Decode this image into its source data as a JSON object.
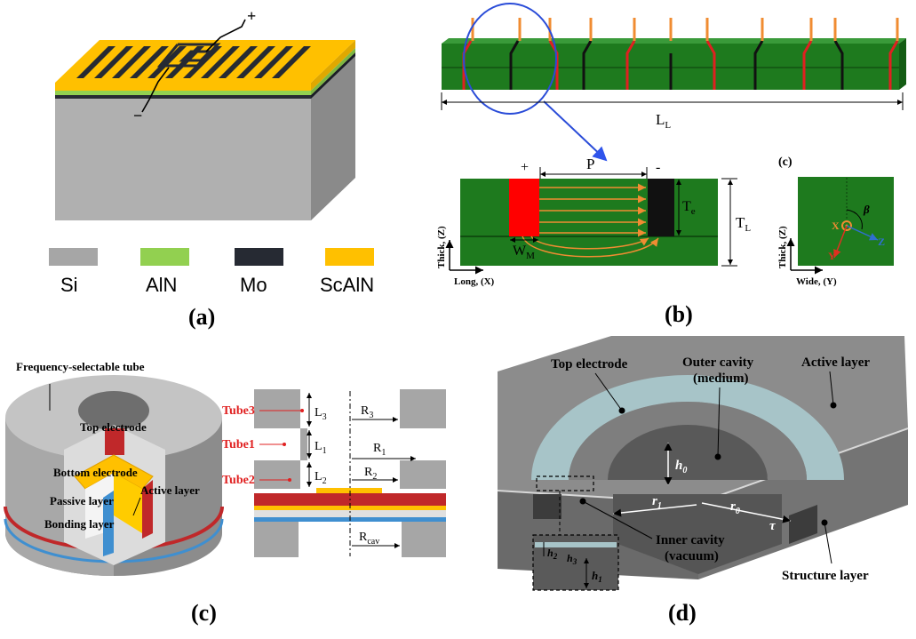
{
  "colors": {
    "si": "#a6a6a6",
    "aln": "#92d050",
    "mo": "#262a33",
    "scaln": "#ffc000",
    "board_green": "#1e7a1e",
    "red_electrode": "#ff0000",
    "orange_arrow": "#f08c32",
    "cavity_red": "#c0282a",
    "cavity_blue": "#3f8fd0"
  },
  "panel_a": {
    "polarity_plus": "+",
    "polarity_minus": "−",
    "legend": [
      "Si",
      "AlN",
      "Mo",
      "ScAlN"
    ],
    "label": "(a)"
  },
  "panel_b": {
    "length_label_main": "L",
    "length_label_sub": "L",
    "detail": {
      "plus": "+",
      "minus": "-",
      "pitch": "P",
      "te_main": "T",
      "te_sub": "e",
      "tl_main": "T",
      "tl_sub": "L",
      "wm_main": "W",
      "wm_sub": "M",
      "axis_vertical": "Thick, (Z)",
      "axis_horizontal": "Long, (X)"
    },
    "inset": {
      "label": "(c)",
      "x": "X",
      "y": "Y",
      "z": "Z",
      "beta": "β",
      "axis_vertical": "Thick, (Z)",
      "axis_horizontal": "Wide, (Y)"
    },
    "label": "(b)"
  },
  "panel_c": {
    "tube_title": "Frequency-selectable tube",
    "top_electrode": "Top electrode",
    "bottom_electrode": "Bottom electrode",
    "active_layer": "Active layer",
    "passive_layer": "Passive layer",
    "bonding_layer": "Bonding layer",
    "tube3": "Tube3",
    "tube1": "Tube1",
    "tube2": "Tube2",
    "l3_main": "L",
    "l3_sub": "3",
    "l1_main": "L",
    "l1_sub": "1",
    "l2_main": "L",
    "l2_sub": "2",
    "r3_main": "R",
    "r3_sub": "3",
    "r1_main": "R",
    "r1_sub": "1",
    "r2_main": "R",
    "r2_sub": "2",
    "rcav_main": "R",
    "rcav_sub": "cav",
    "label": "(c)"
  },
  "panel_d": {
    "top_electrode": "Top electrode",
    "outer_cavity_1": "Outer cavity",
    "outer_cavity_2": "(medium)",
    "active_layer": "Active layer",
    "inner_cavity_1": "Inner cavity",
    "inner_cavity_2": "(vacuum)",
    "structure_layer": "Structure layer",
    "h0_main": "h",
    "h0_sub": "0",
    "r1_main": "r",
    "r1_sub": "1",
    "r0_main": "r",
    "r0_sub": "0",
    "tau": "τ",
    "h1_main": "h",
    "h1_sub": "1",
    "h2_main": "h",
    "h2_sub": "2",
    "h3_main": "h",
    "h3_sub": "3",
    "label": "(d)"
  }
}
